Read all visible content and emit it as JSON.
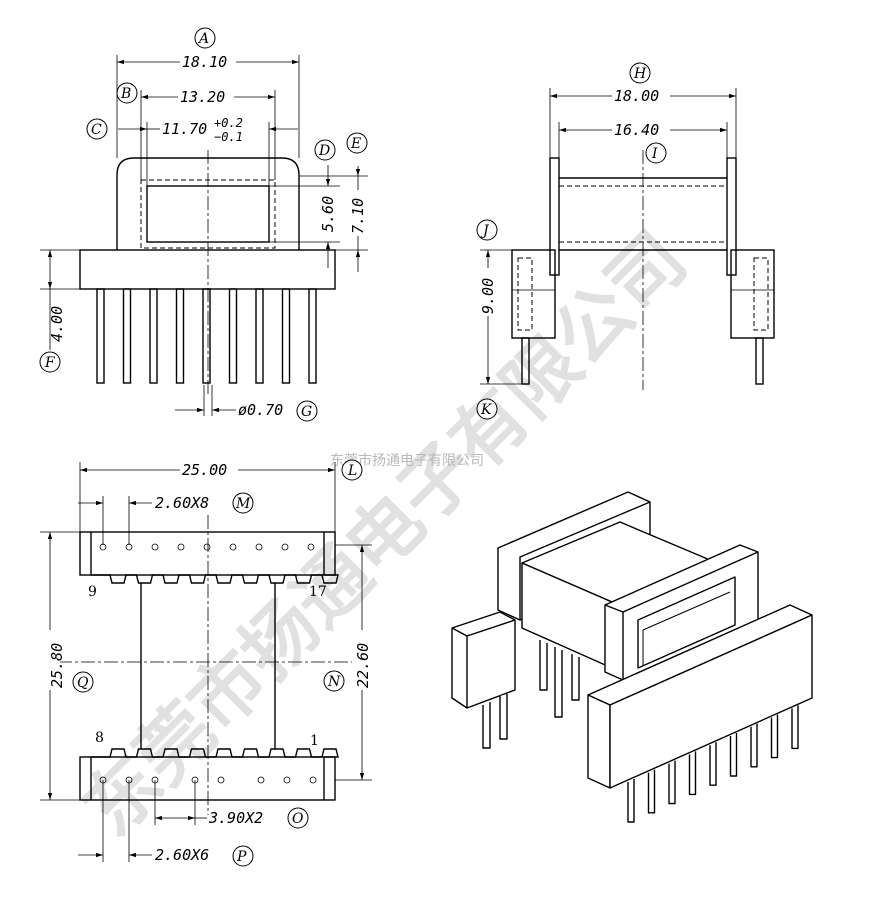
{
  "watermark": {
    "company": "东莞市扬通电子有限公司"
  },
  "front_view": {
    "dims": {
      "a": "18.10",
      "b": "13.20",
      "c_main": "11.70",
      "c_tol_plus": "+0.2",
      "c_tol_minus": "−0.1",
      "d": "5.60",
      "e": "7.10",
      "f": "4.00",
      "g": "ø0.70"
    },
    "labels": {
      "a": "A",
      "b": "B",
      "c": "C",
      "d": "D",
      "e": "E",
      "f": "F",
      "g": "G"
    }
  },
  "side_view": {
    "dims": {
      "h": "18.00",
      "i": "16.40",
      "jk": "9.00"
    },
    "labels": {
      "h": "H",
      "i": "I",
      "j": "J",
      "k": "K"
    }
  },
  "bottom_view": {
    "dims": {
      "l": "25.00",
      "m": "2.60X8",
      "q": "25.80",
      "n": "22.60",
      "o": "3.90X2",
      "p": "2.60X6"
    },
    "labels": {
      "l": "L",
      "m": "M",
      "n": "N",
      "o": "O",
      "p": "P",
      "q": "Q"
    },
    "pins": {
      "top_left": "9",
      "top_right": "17",
      "bottom_left": "8",
      "bottom_right": "1"
    }
  }
}
